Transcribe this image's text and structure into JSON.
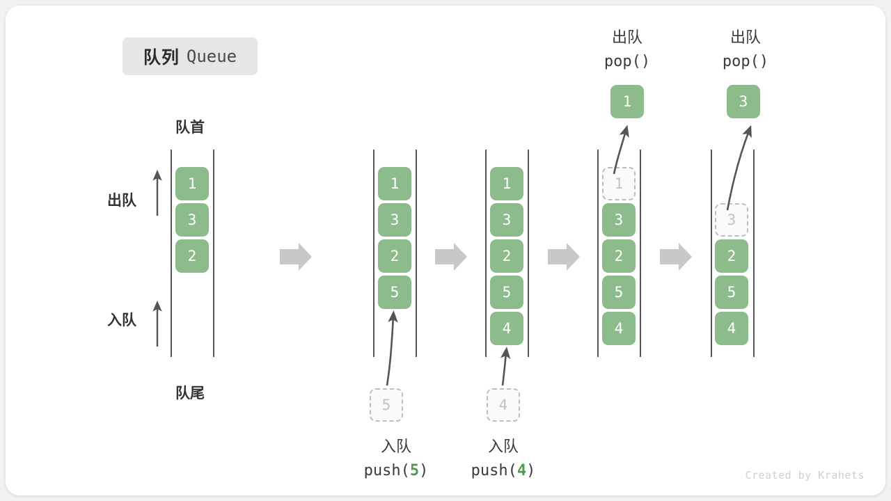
{
  "title": {
    "cn": "队列",
    "en": "Queue"
  },
  "labels": {
    "head": "队首",
    "tail": "队尾",
    "dequeue": "出队",
    "enqueue": "入队"
  },
  "watermark": "Created by Krahets",
  "colors": {
    "element_fill": "#8cbc8c",
    "element_text": "#ffffff",
    "ghost_border": "#bdbdbd",
    "ghost_text": "#c2c2c2",
    "rail": "#555555",
    "arrow": "#555555",
    "step_arrow": "#c8c8c8",
    "accent_number": "#4e9a4e",
    "badge_bg": "#e6e6e6",
    "card_bg": "#ffffff"
  },
  "columns": [
    {
      "id": "initial",
      "stack": [
        "1",
        "3",
        "2"
      ],
      "ghost": null,
      "popped": null,
      "caption": null
    },
    {
      "id": "push-5",
      "stack": [
        "1",
        "3",
        "2",
        "5"
      ],
      "ghost": {
        "value": "5",
        "position": "below"
      },
      "popped": null,
      "caption": {
        "line1": "入队",
        "op": "push(",
        "num": "5",
        "close": ")"
      }
    },
    {
      "id": "push-4",
      "stack": [
        "1",
        "3",
        "2",
        "5",
        "4"
      ],
      "ghost": {
        "value": "4",
        "position": "below"
      },
      "popped": null,
      "caption": {
        "line1": "入队",
        "op": "push(",
        "num": "4",
        "close": ")"
      }
    },
    {
      "id": "pop-1",
      "stack": [
        "3",
        "2",
        "5",
        "4"
      ],
      "ghost": {
        "value": "1",
        "position": "slot0"
      },
      "popped": {
        "value": "1"
      },
      "caption": {
        "line1": "出队",
        "op": "pop(",
        "num": "",
        "close": ")"
      }
    },
    {
      "id": "pop-3",
      "stack": [
        "2",
        "5",
        "4"
      ],
      "ghost": {
        "value": "3",
        "position": "slot1"
      },
      "popped": {
        "value": "3"
      },
      "caption": {
        "line1": "出队",
        "op": "pop(",
        "num": "",
        "close": ")"
      }
    }
  ],
  "step_arrows": [
    {
      "from": "initial",
      "to": "push-5"
    },
    {
      "from": "push-5",
      "to": "push-4"
    },
    {
      "from": "push-4",
      "to": "pop-1"
    },
    {
      "from": "pop-1",
      "to": "pop-3"
    }
  ]
}
